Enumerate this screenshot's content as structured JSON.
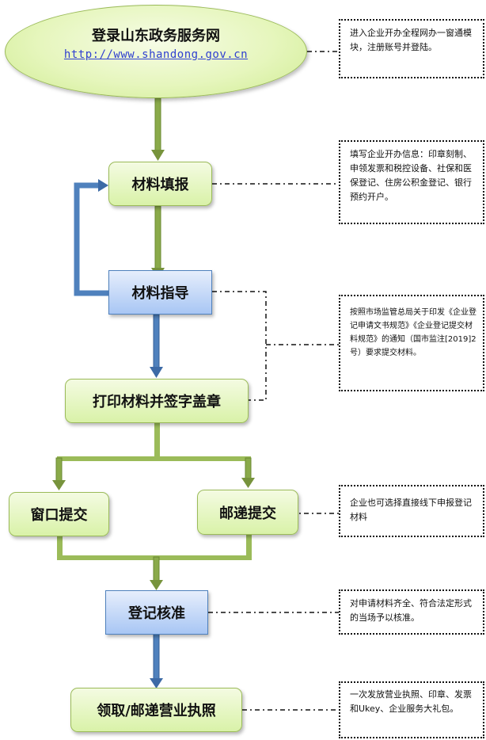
{
  "diagram": {
    "start": {
      "title": "登录山东政务服务网",
      "link": "http://www.shandong.gov.cn"
    },
    "steps": {
      "fill_in": "材料填报",
      "guidance": "材料指导",
      "print_sign": "打印材料并签字盖章",
      "window_submit": "窗口提交",
      "mail_submit": "邮递提交",
      "approval": "登记核准",
      "receive_license": "领取/邮递营业执照"
    },
    "notes": {
      "start": "进入企业开办全程网办一窗通模块，注册账号并登陆。",
      "fill_in": "填写企业开办信息：印章刻制、申领发票和税控设备、社保和医保登记、住房公积金登记、银行预约开户。",
      "guidance": "按照市场监管总局关于印发《企业登记申请文书规范》《企业登记提交材料规范》的通知（国市监注[2019]2号）要求提交材料。",
      "mail_submit": "企业也可选择直接线下申报登记材料",
      "approval": "对申请材料齐全、符合法定形式的当场予以核准。",
      "receive_license": "一次发放营业执照、印章、发票和Ukey、企业服务大礼包。"
    },
    "colors": {
      "green_arrow": "#77933c",
      "blue_arrow": "#3d6aa6",
      "green_border": "#9bbb59",
      "blue_border": "#4f81bd"
    }
  }
}
